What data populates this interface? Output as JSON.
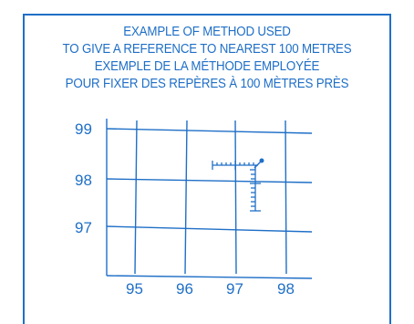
{
  "caption": {
    "line1": "EXAMPLE OF METHOD USED",
    "line2": "TO GIVE A REFERENCE TO NEAREST 100 METRES",
    "line3": "EXEMPLE DE LA MÉTHODE EMPLOYÉE",
    "line4": "POUR FIXER DES REPÈRES À 100 MÈTRES PRÈS"
  },
  "grid": {
    "eastings": [
      "95",
      "96",
      "97",
      "98"
    ],
    "northings": [
      "99",
      "98",
      "97"
    ],
    "color": "#1f6fc7"
  },
  "reference_point": {
    "icon": "grid-reference-point-icon",
    "easting": 97.6,
    "northing": 98.3
  }
}
